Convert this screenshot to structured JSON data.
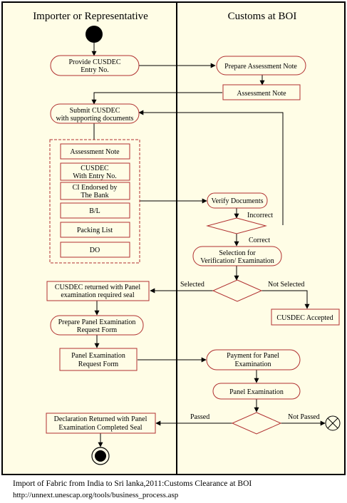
{
  "lanes": {
    "left": "Importer or Representative",
    "right": "Customs at BOI"
  },
  "nodes": {
    "provide_cusdec": [
      "Provide CUSDEC",
      "Entry No."
    ],
    "prepare_assessment": [
      "Prepare Assessment Note"
    ],
    "assessment_note_doc": [
      "Assessment Note"
    ],
    "submit_cusdec": [
      "Submit CUSDEC",
      "with supporting documents"
    ],
    "doc_assessment_note": [
      "Assessment Note"
    ],
    "doc_cusdec": [
      "CUSDEC",
      "With Entry No."
    ],
    "doc_ci": [
      "CI Endorsed by",
      "The Bank"
    ],
    "doc_bl": [
      "B/L"
    ],
    "doc_packing": [
      "Packing List"
    ],
    "doc_do": [
      "DO"
    ],
    "verify_documents": [
      "Verify Documents"
    ],
    "selection": [
      "Selection for",
      "Verification/ Examination"
    ],
    "cusdec_returned": [
      "CUSDEC returned with Panel",
      "examination required seal"
    ],
    "cusdec_accepted": [
      "CUSDEC Accepted"
    ],
    "prepare_panel_form": [
      "Prepare Panel Examination",
      "Request Form"
    ],
    "panel_request_form": [
      "Panel Examination",
      "Request Form"
    ],
    "payment_panel": [
      "Payment for Panel",
      "Examination"
    ],
    "panel_examination": [
      "Panel Examination"
    ],
    "declaration_returned": [
      "Declaration Returned with Panel",
      "Examination Completed Seal"
    ]
  },
  "edge_labels": {
    "incorrect": "Incorrect",
    "correct": "Correct",
    "selected": "Selected",
    "not_selected": "Not Selected",
    "passed": "Passed",
    "not_passed": "Not Passed"
  },
  "caption": {
    "line1": "Import of Fabric from India to Sri lanka,2011:Customs Clearance at BOI",
    "line2": "http://unnext.unescap.org/tools/business_process.asp"
  },
  "colors": {
    "lane_fill": "#fffde6",
    "box_stroke": "#b03030",
    "line": "#000000"
  }
}
